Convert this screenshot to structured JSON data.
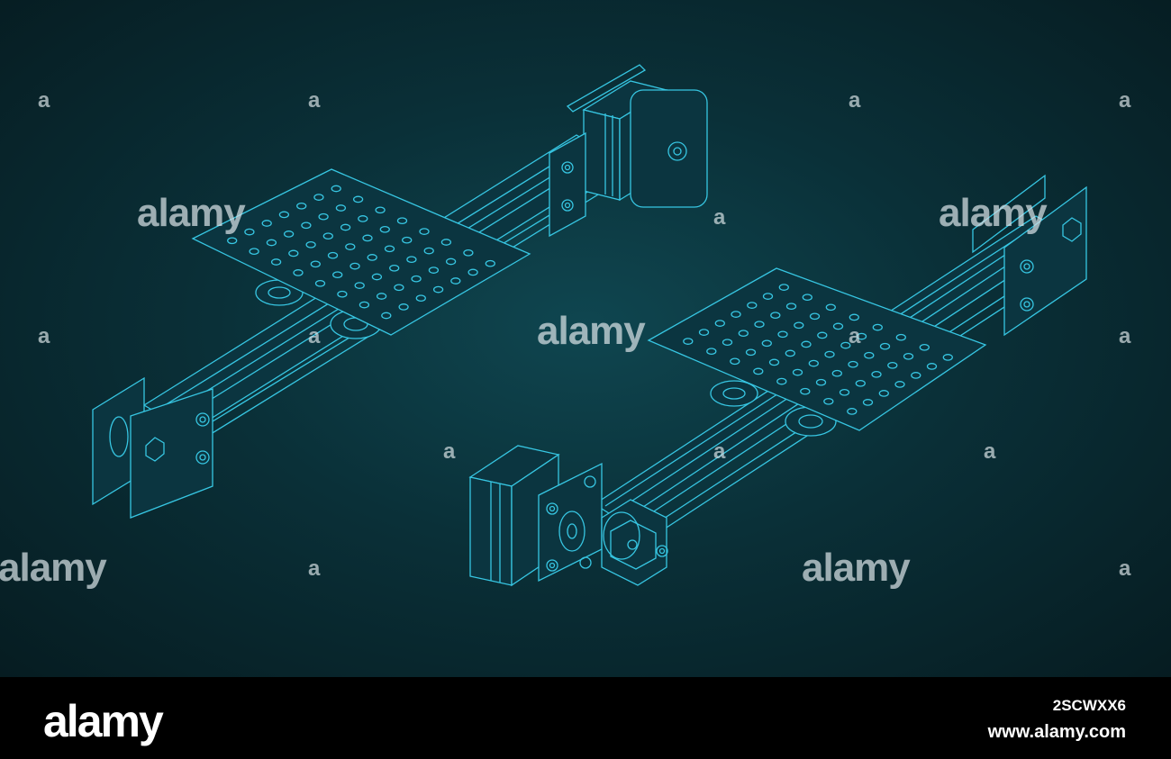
{
  "watermark": {
    "brand": "alamy",
    "mark": "a"
  },
  "footer": {
    "logo": "alamy",
    "image_id": "2SCWXX6",
    "site": "www.alamy.com"
  },
  "colors": {
    "background": "#0a3038",
    "line": "#37c6e2",
    "footer": "#000000"
  },
  "figures": [
    {
      "name": "linear-actuator-left",
      "parts": [
        "stepper-motor",
        "gantry-plate",
        "aluminium-extrusion-rail",
        "idler-end-plate",
        "v-wheels"
      ]
    },
    {
      "name": "linear-actuator-right",
      "parts": [
        "stepper-motor",
        "gantry-plate",
        "aluminium-extrusion-rail",
        "idler-end-plate",
        "v-wheels"
      ]
    }
  ]
}
